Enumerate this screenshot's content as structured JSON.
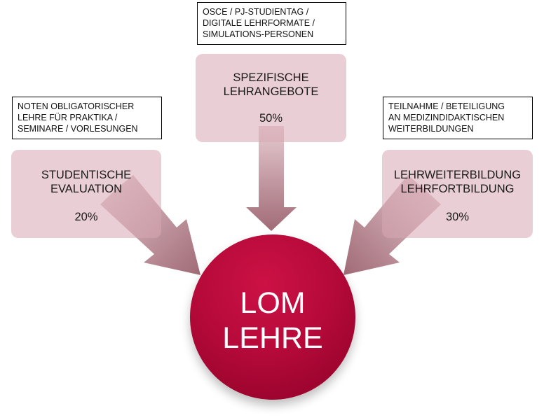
{
  "center": {
    "line1": "LOM",
    "line2": "LEHRE"
  },
  "nodes": [
    {
      "id": "left",
      "title_line1": "STUDENTISCHE",
      "title_line2": "EVALUATION",
      "percent": "20%",
      "note": [
        "NOTEN OBLIGATORISCHER",
        "LEHRE FÜR PRAKTIKA /",
        "SEMINARE / VORLESUNGEN"
      ]
    },
    {
      "id": "center",
      "title_line1": "SPEZIFISCHE",
      "title_line2": "LEHRANGEBOTE",
      "percent": "50%",
      "note": [
        "OSCE / PJ-STUDIENTAG /",
        "DIGITALE LEHRFORMATE /",
        "SIMULATIONS-PERSONEN"
      ]
    },
    {
      "id": "right",
      "title_line1": "LEHRWEITERBILDUNG",
      "title_line2": "LEHRFORTBILDUNG",
      "percent": "30%",
      "note": [
        "TEILNAHME / BETEILIGUNG",
        "AN MEDIZINDIDAKTISCHEN",
        "WEITERBILDUNGEN"
      ]
    }
  ],
  "colors": {
    "circle": "#b60a3a",
    "box_fill": "#d7a8b2",
    "arrow": "#b07482"
  }
}
